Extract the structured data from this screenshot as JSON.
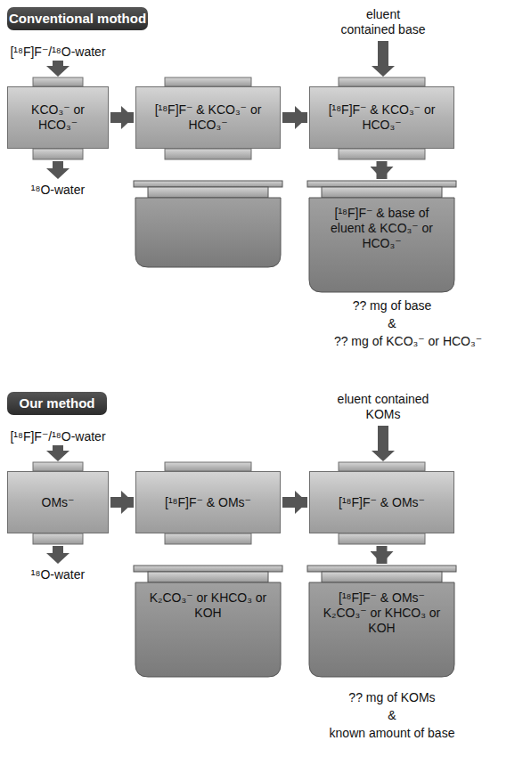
{
  "diagram": {
    "nodes": [
      {
        "text": [
          "Conventional mothod"
        ]
      },
      {
        "text": [
          "KCO₃⁻ or HCO₃⁻"
        ]
      },
      {
        "text": [
          "[¹⁸F]F⁻ & KCO₃⁻ or HCO₃⁻"
        ]
      },
      {
        "text": [
          "[¹⁸F]F⁻ & KCO₃⁻ or HCO₃⁻"
        ]
      },
      {
        "text": [
          "[¹⁸F]F⁻ & base of eluent & KCO₃⁻ or HCO₃⁻"
        ]
      },
      {
        "text": [
          "Our method"
        ]
      },
      {
        "text": [
          "OMs⁻"
        ]
      },
      {
        "text": [
          "[¹⁸F]F⁻ & OMs⁻"
        ]
      },
      {
        "text": [
          "K₂CO₃⁻ or KHCO₃ or KOH"
        ]
      },
      {
        "text": [
          "[¹⁸F]F⁻ & OMs⁻"
        ]
      },
      {
        "text": [
          "[¹⁸F]F⁻ & OMs⁻ K₂CO₃⁻ or KHCO₃ or KOH"
        ]
      }
    ],
    "edges": [
      {
        "from": 1,
        "to": 2,
        "arrow": "to"
      },
      {
        "from": 2,
        "to": 3,
        "arrow": "to"
      },
      {
        "from": 3,
        "to": 4,
        "arrow": "to"
      },
      {
        "from": 6,
        "to": 7,
        "arrow": "to"
      },
      {
        "from": 7,
        "to": 9,
        "arrow": "to"
      },
      {
        "from": 9,
        "to": 10,
        "arrow": "to"
      }
    ],
    "labels": [
      "[¹⁸F]F⁻/¹⁸O-water",
      "¹⁸O-water",
      "eluent contained base",
      "?? mg of base",
      "&",
      "?? mg of KCO₃⁻ or HCO₃⁻",
      "[¹⁸F]F⁻/¹⁸O-water",
      "¹⁸O-water",
      "eluent contained KOMs",
      "?? mg of KOMs",
      "&",
      "known amount of base"
    ]
  }
}
